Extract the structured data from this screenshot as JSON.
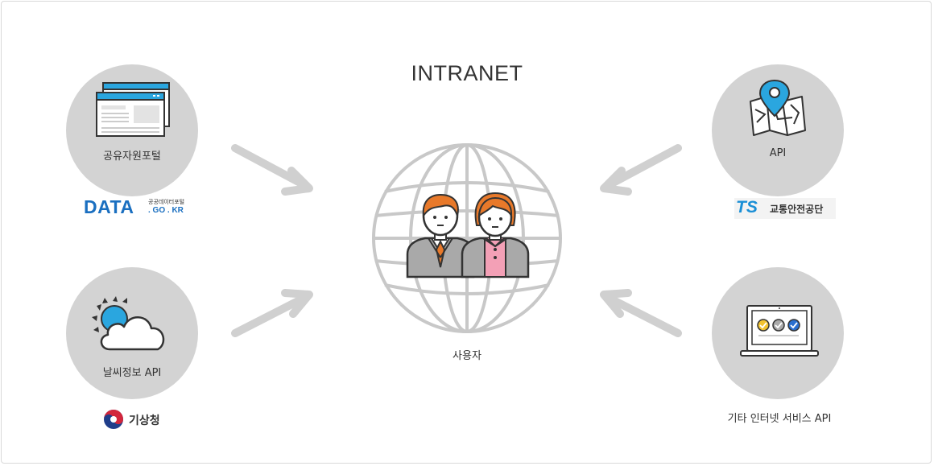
{
  "title": "INTRANET",
  "center": {
    "label": "사용자"
  },
  "sources": {
    "portal": {
      "label": "공유자원포털",
      "logo_main": "DATA",
      "logo_small": "공공데이터포털",
      "logo_domain": ". GO . KR"
    },
    "weather": {
      "label": "날씨정보 API",
      "logo_text": "기상청"
    },
    "traffic": {
      "label": "API",
      "logo_main": "TS",
      "logo_text": "교통안전공단"
    },
    "other": {
      "label": "기타 인터넷 서비스 API"
    }
  },
  "colors": {
    "circle": "#d3d3d3",
    "arrow": "#d0d0d0",
    "accent_blue": "#2aa6df",
    "accent_orange": "#e8792a",
    "ts_blue": "#1a8fd6",
    "ts_orange": "#f1a026"
  }
}
